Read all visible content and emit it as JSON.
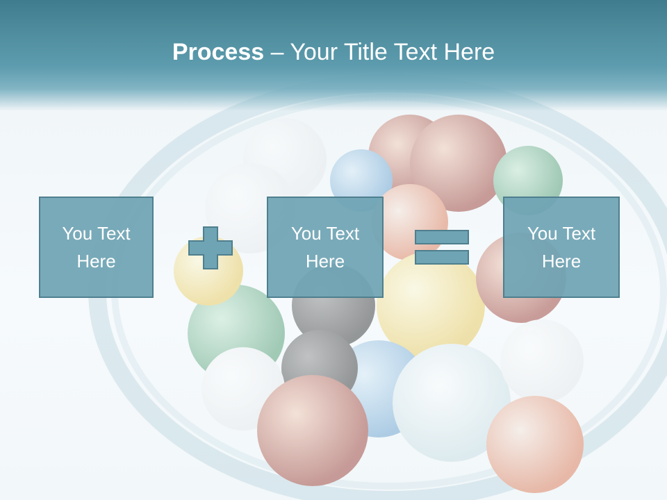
{
  "slide": {
    "title_bold": "Process",
    "title_rest": " – Your Title Text Here",
    "boxes": [
      {
        "text": "You Text Here"
      },
      {
        "text": "You Text Here"
      },
      {
        "text": "You Text Here"
      }
    ],
    "operators": [
      "plus-icon",
      "equals-icon"
    ]
  },
  "colors": {
    "title_band": "#4d8b9c",
    "box_fill": "#6fa4b4",
    "box_border": "#4e7f8e",
    "text": "#ffffff"
  }
}
